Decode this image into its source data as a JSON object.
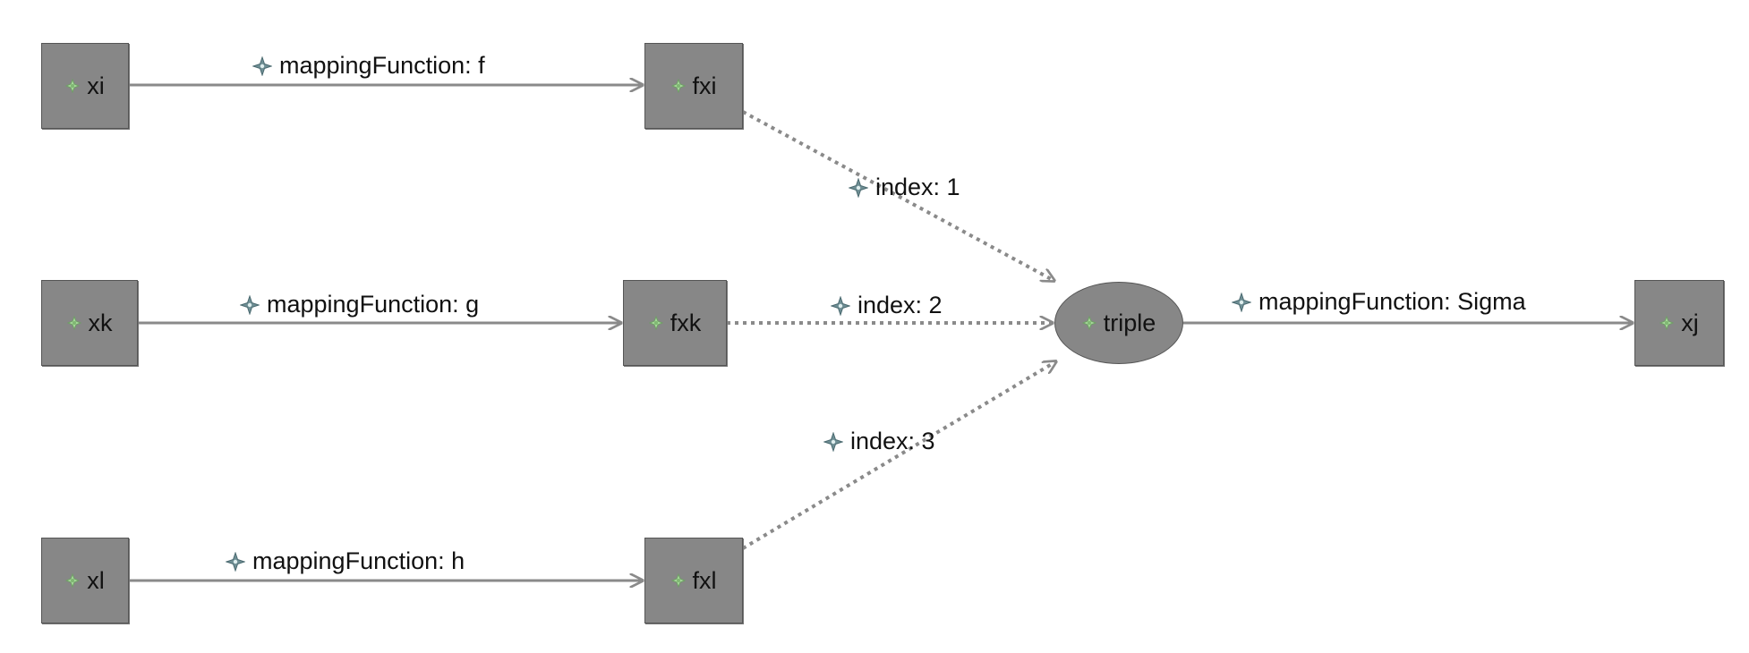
{
  "nodes": {
    "xi": {
      "label": "xi",
      "icon": "node-element-icon"
    },
    "xk": {
      "label": "xk",
      "icon": "node-element-icon"
    },
    "xl": {
      "label": "xl",
      "icon": "node-element-icon"
    },
    "fxi": {
      "label": "fxi",
      "icon": "node-element-icon"
    },
    "fxk": {
      "label": "fxk",
      "icon": "node-element-icon"
    },
    "fxl": {
      "label": "fxl",
      "icon": "node-element-icon"
    },
    "triple": {
      "label": "triple",
      "icon": "node-element-icon"
    },
    "xj": {
      "label": "xj",
      "icon": "node-element-icon"
    }
  },
  "edges": {
    "xi_fxi": {
      "label": "mappingFunction: f",
      "style": "solid",
      "icon": "edge-property-icon"
    },
    "xk_fxk": {
      "label": "mappingFunction: g",
      "style": "solid",
      "icon": "edge-property-icon"
    },
    "xl_fxl": {
      "label": "mappingFunction: h",
      "style": "solid",
      "icon": "edge-property-icon"
    },
    "fxi_triple": {
      "label": "index: 1",
      "style": "dotted",
      "icon": "edge-property-icon"
    },
    "fxk_triple": {
      "label": "index: 2",
      "style": "dotted",
      "icon": "edge-property-icon"
    },
    "fxl_triple": {
      "label": "index: 3",
      "style": "dotted",
      "icon": "edge-property-icon"
    },
    "triple_xj": {
      "label": "mappingFunction: Sigma",
      "style": "solid",
      "icon": "edge-property-icon"
    }
  },
  "colors": {
    "node_fill": "#878787",
    "edge_stroke": "#8a8a8a",
    "node_icon": "#a6d89a",
    "edge_icon": "#5e7f86"
  }
}
